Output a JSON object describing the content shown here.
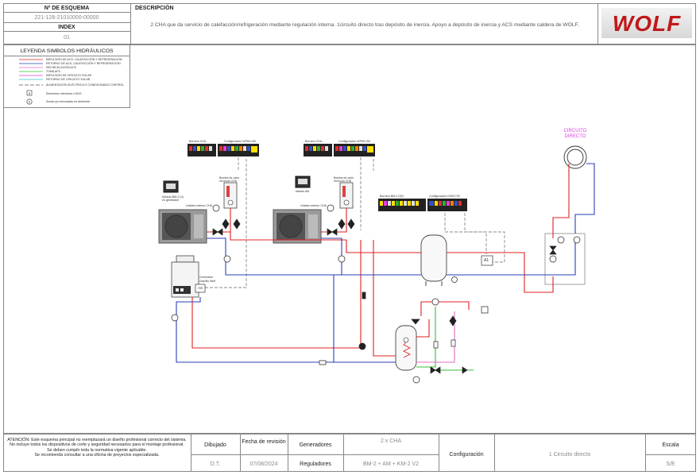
{
  "header": {
    "scheme_label": "Nº DE ESQUEMA",
    "scheme_number": "221-128-21010000-00000",
    "index_label": "INDEX",
    "index_value": "01",
    "description_label": "DESCRIPCIÓN",
    "description_text": "2 CHA que da servicio de calefacción/refrigeración mediante regulación interna. 1circuito directo tras depósito de inercia. Apoyo a depósito de inercia y ACS mediante caldera de WOLF.",
    "logo_text": "WOLF"
  },
  "legend": {
    "title": "LEYENDA SIMBOLOS HIDRÁULICOS",
    "items": [
      {
        "label": "IMPULSIÓN DE ACS, CALEFACCIÓN Y REFRIGERACIÓN",
        "color": "#e02020"
      },
      {
        "label": "RETORNO DE ACS, CALEFACCIÓN Y REFRIGERACIÓN",
        "color": "#2a3fb5"
      },
      {
        "label": "RECIRCULACIÓN ACS",
        "color": "#e070c0"
      },
      {
        "label": "TOMA AFS",
        "color": "#30c030"
      },
      {
        "label": "IMPULSIÓN DE CIRCUITO SOLAR",
        "color": "#e040e0"
      },
      {
        "label": "RETORNO DE CIRCUITO SOLAR",
        "color": "#30c0d0"
      },
      {
        "label": "ALIMENTACIÓN ELÉCTRICA O CONEXIONADO CONTROL",
        "color": "#666666"
      },
      {
        "label": "Elementos eléctricos o BUS",
        "color": "#333333"
      },
      {
        "label": "Sonda y/o termostato en ámbiente",
        "color": "#333333"
      }
    ]
  },
  "diagram": {
    "circuit_label_1": "CIRCUITO",
    "circuit_label_2": "DIRECTO",
    "bornero_1": "Bornero CHA",
    "config_1": "Configuración WPM1+60",
    "bornero_2": "Bornero CHA",
    "config_2": "Configuración WPM1+60",
    "bornero_bm": "Bornero BM-2 (52)",
    "config_km": "Configuración KM01+09",
    "bomba_1": "Bomba de calor recirculo CHA",
    "bomba_2": "Bomba de calor recirculo CHA",
    "modulo_bm": "Módulo BM-2 (0) en generador",
    "mando_am": "Mando AM",
    "unidad_1": "Unidad exterior CHA",
    "unidad_2": "Unidad exterior CHA",
    "generador_1": "Generador",
    "generador_2": "Gas/Bo Wolf",
    "a1_label": "A1",
    "as_label": "AS"
  },
  "footer": {
    "warning_lines": [
      "ATENCIÓN: Este esquema principal no reemplazará un diseño profesional correcto del sistema.",
      "No incluye todos los dispositivos de corte y seguridad necesarios para el montaje profesional.",
      "Se deben cumplir toda la normativa vigente aplicable.",
      "Se recomienda consultar a una oficina de proyectos especializada."
    ],
    "dibujado_label": "Dibujado",
    "dibujado_value": "D.T.",
    "fecha_label": "Fecha de revisión",
    "fecha_value": "07/08/2024",
    "generadores_label": "Generadores",
    "generadores_value": "2 x CHA",
    "reguladores_label": "Reguladores",
    "reguladores_value": "BM-2 + AM + KM-2 V2",
    "configuracion_label": "Configuración",
    "configuracion_value": "1 Circuito directo",
    "escala_label": "Escala",
    "escala_value": "S/E"
  }
}
